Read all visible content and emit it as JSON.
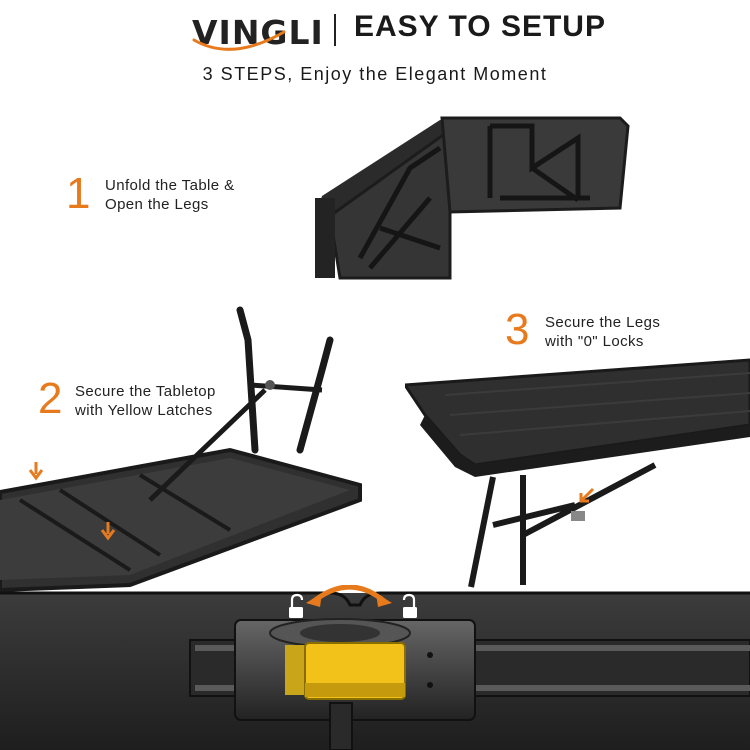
{
  "header": {
    "brand": "VINGLI",
    "headline": "EASY TO SETUP",
    "subheadline": "3 STEPS, Enjoy the Elegant Moment"
  },
  "steps": [
    {
      "number": "1",
      "line1": "Unfold the Table &",
      "line2": "Open the Legs"
    },
    {
      "number": "2",
      "line1": "Secure the Tabletop",
      "line2": "with Yellow Latches"
    },
    {
      "number": "3",
      "line1": "Secure the Legs",
      "line2": "with \"0\" Locks"
    }
  ],
  "colors": {
    "accent": "#e87a1e",
    "table": "#2b2b2b",
    "latch": "#f2c21b"
  },
  "icons": [
    "brand-swoosh-icon",
    "arrow-down-icon",
    "padlock-open-icon",
    "curved-double-arrow-icon"
  ]
}
